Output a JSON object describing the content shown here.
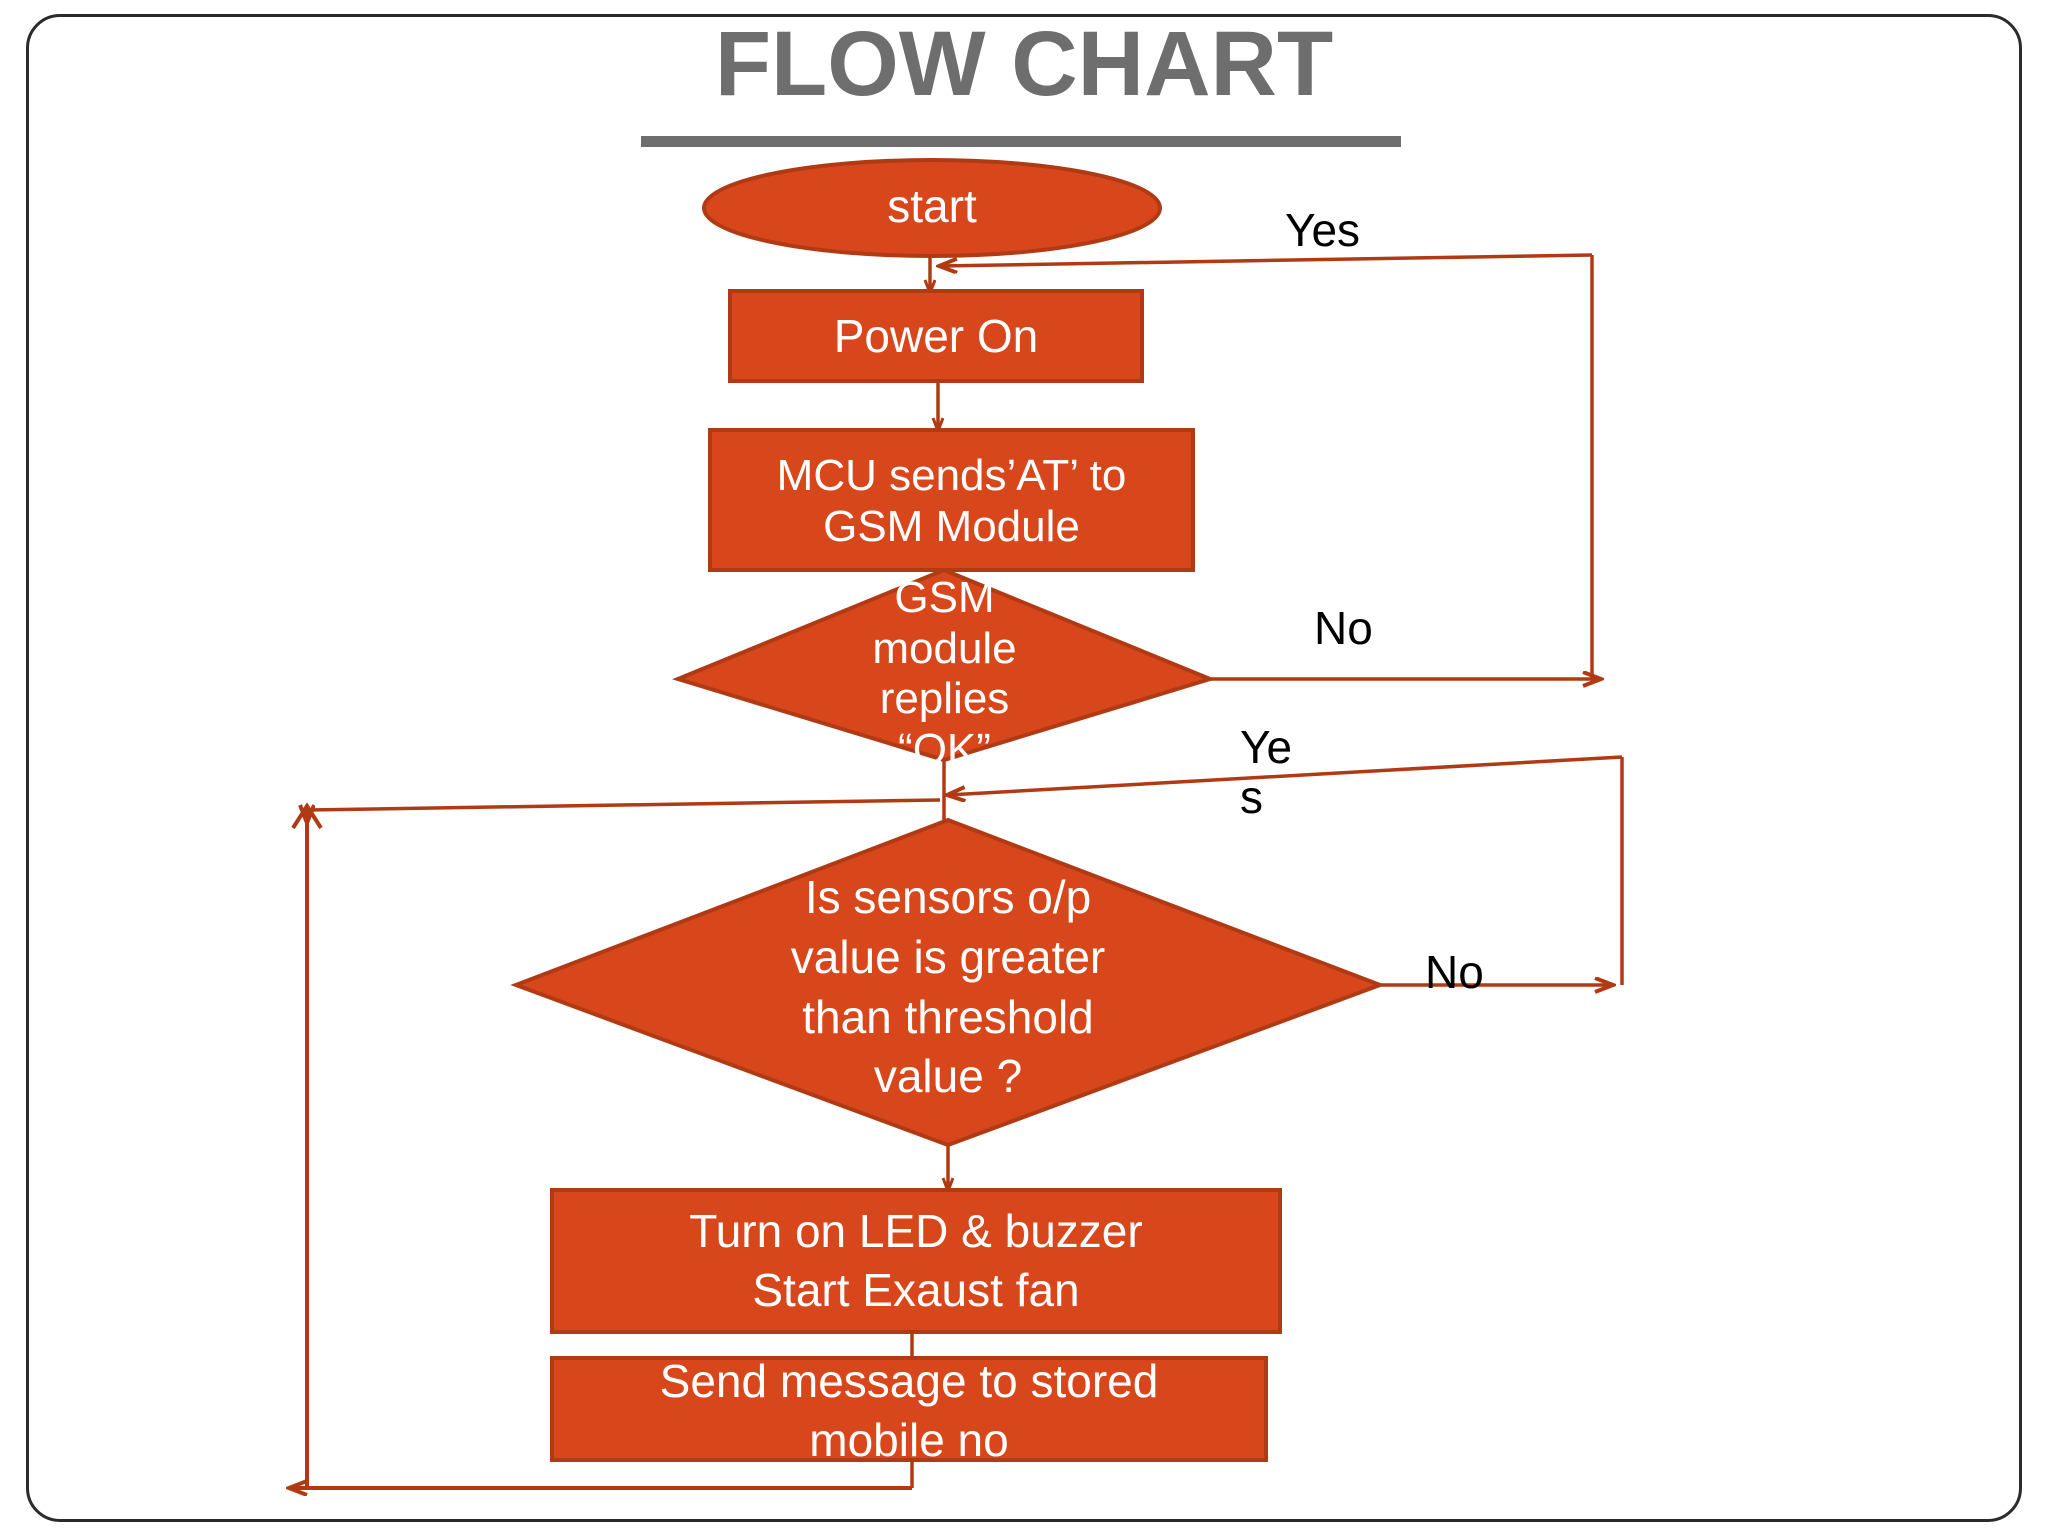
{
  "slide": {
    "title": "FLOW CHART",
    "background": "#ffffff",
    "title_color": "#6e6e6e",
    "shape_fill": "#d8461b",
    "shape_stroke": "#b03a14",
    "shape_text_color": "#ffffff",
    "connector_color": "#b03a14",
    "label_color": "#000000"
  },
  "chart_data": {
    "type": "diagram",
    "title": "FLOW CHART",
    "nodes": [
      {
        "id": "start",
        "shape": "ellipse",
        "label": "start"
      },
      {
        "id": "power_on",
        "shape": "rectangle",
        "label": "Power On"
      },
      {
        "id": "mcu_at",
        "shape": "rectangle",
        "label": "MCU sends’AT’ to\nGSM Module"
      },
      {
        "id": "gsm_ok",
        "shape": "diamond",
        "label": "GSM\nmodule\nreplies\n“OK”"
      },
      {
        "id": "sensor_cmp",
        "shape": "diamond",
        "label": "Is sensors o/p\nvalue is greater\nthan threshold\nvalue ?"
      },
      {
        "id": "alarm",
        "shape": "rectangle",
        "label": "Turn on LED & buzzer\nStart Exaust fan"
      },
      {
        "id": "sms",
        "shape": "rectangle",
        "label": "Send message to stored\nmobile no"
      }
    ],
    "edges": [
      {
        "from": "start",
        "to": "power_on",
        "label": ""
      },
      {
        "from": "power_on",
        "to": "mcu_at",
        "label": ""
      },
      {
        "from": "mcu_at",
        "to": "gsm_ok",
        "label": ""
      },
      {
        "from": "gsm_ok",
        "to": "power_on",
        "label": "Yes"
      },
      {
        "from": "gsm_ok",
        "to": "power_on",
        "label": "No"
      },
      {
        "from": "gsm_ok",
        "to": "sensor_cmp",
        "label": ""
      },
      {
        "from": "sensor_cmp",
        "to": "sensor_cmp",
        "label": "Ye\ns"
      },
      {
        "from": "sensor_cmp",
        "to": "sensor_cmp",
        "label": "No"
      },
      {
        "from": "sensor_cmp",
        "to": "alarm",
        "label": ""
      },
      {
        "from": "alarm",
        "to": "sms",
        "label": ""
      },
      {
        "from": "sms",
        "to": "sensor_cmp",
        "label": ""
      }
    ]
  },
  "labels": {
    "start": "start",
    "power_on": "Power On",
    "mcu_at": "MCU sends’AT’ to\nGSM Module",
    "gsm_ok": "GSM\nmodule\nreplies\n“OK”",
    "sensor_cmp": "Is sensors o/p\nvalue is greater\nthan threshold\nvalue ?",
    "alarm": "Turn on LED & buzzer\nStart Exaust fan",
    "sms": "Send message to stored\nmobile no",
    "yes_top": "Yes",
    "no_gsm": "No",
    "yes_sensor": "Ye\ns",
    "no_sensor": "No"
  }
}
